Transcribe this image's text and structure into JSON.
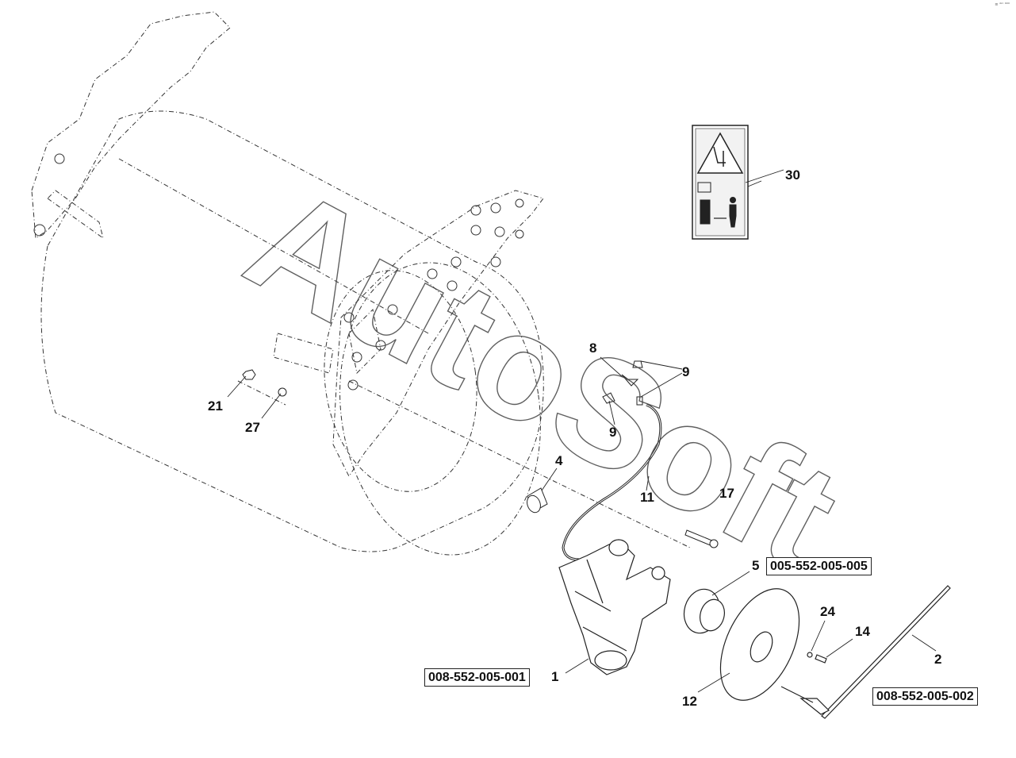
{
  "corner_mark": "≡ ᵈᶦⁿ ⁶⁰⁰",
  "watermark": "AutoSoft",
  "labels": {
    "p1": "1",
    "p2": "2",
    "p4": "4",
    "p5": "5",
    "p8": "8",
    "p9a": "9",
    "p9b": "9",
    "p11": "11",
    "p12": "12",
    "p14": "14",
    "p17": "17",
    "p21": "21",
    "p24": "24",
    "p27": "27",
    "p30": "30"
  },
  "refs": {
    "r1": "008-552-005-001",
    "r2": "008-552-005-002",
    "r5": "005-552-005-005"
  }
}
